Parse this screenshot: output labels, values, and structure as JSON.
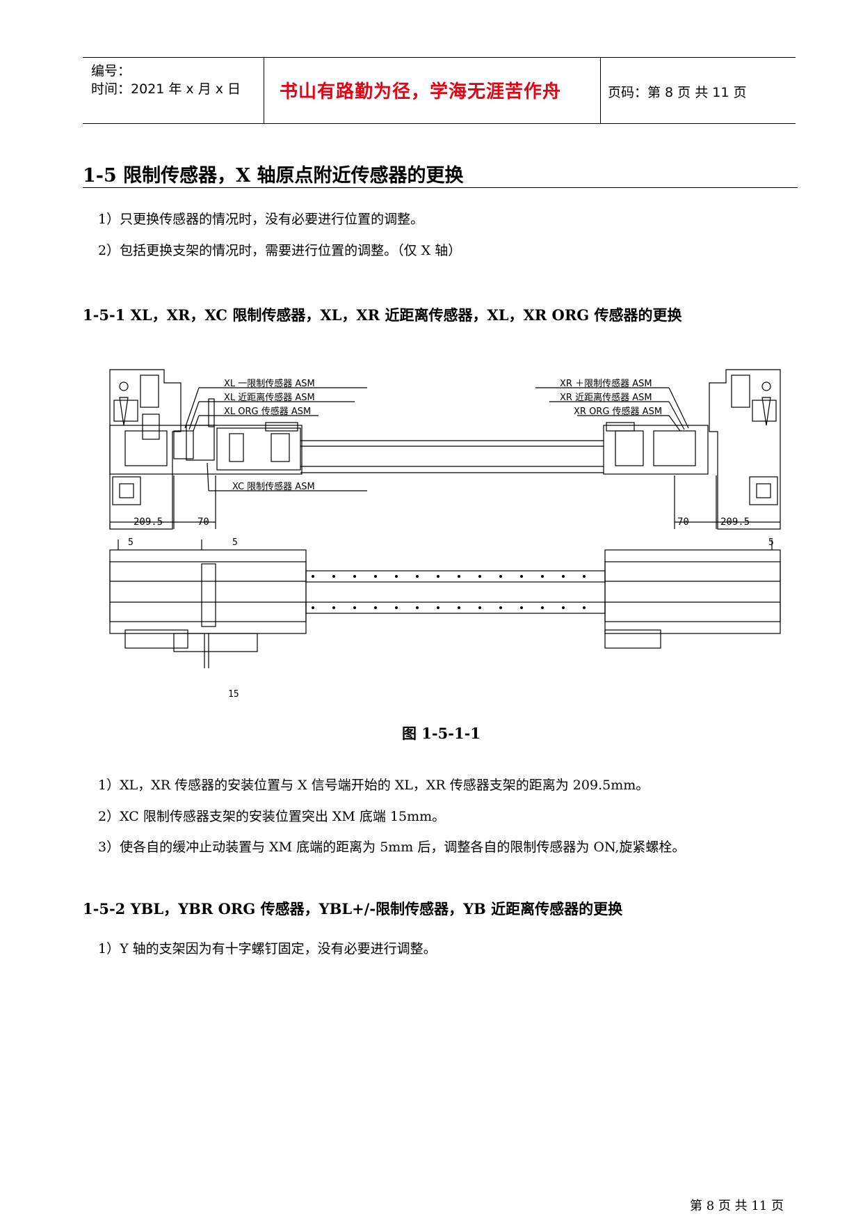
{
  "header": {
    "number_label": "编号：",
    "time_label": "时间：2021 年 x 月 x 日",
    "motto": "书山有路勤为径，学海无涯苦作舟",
    "page_label": "页码：第 8 页  共 11 页"
  },
  "section": {
    "title": "1-5   限制传感器，X 轴原点附近传感器的更换",
    "items": [
      "1）只更换传感器的情况时，没有必要进行位置的调整。",
      "2）包括更换支架的情况时，需要进行位置的调整。（仅 X 轴）"
    ]
  },
  "sub1": {
    "title": "1-5-1  XL，XR，XC 限制传感器，XL，XR 近距离传感器，XL，XR ORG 传感器的更换"
  },
  "figure": {
    "labels_left": [
      "XL 一限制传感器 ASM",
      "XL 近距离传感器 ASM",
      "XL ORG 传感器 ASM"
    ],
    "labels_right": [
      "XR ＋限制传感器 ASM",
      "XR 近距离传感器 ASM",
      "XR ORG 传感器 ASM"
    ],
    "label_xc": "XC 限制传感器 ASM",
    "dim_left": "209.5",
    "dim_left2": "70",
    "dim_right": "209.5",
    "dim_right2": "70",
    "dim_5a": "5",
    "dim_5b": "5",
    "dim_5c": "5",
    "dim_15": "15",
    "caption": "图 1-5-1-1"
  },
  "notes": [
    "1）XL，XR 传感器的安装位置与 X 信号端开始的 XL，XR 传感器支架的距离为 209.5mm。",
    "2）XC 限制传感器支架的安装位置突出 XM 底端 15mm。",
    "3）使各自的缓冲止动装置与 XM 底端的距离为 5mm 后，调整各自的限制传感器为 ON,旋紧螺栓。"
  ],
  "sub2": {
    "title": "1-5-2  YBL，YBR ORG 传感器，YBL+/-限制传感器，YB 近距离传感器的更换",
    "items": [
      "1）Y 轴的支架因为有十字螺钉固定，没有必要进行调整。"
    ]
  },
  "footer": "第 8 页 共 11 页"
}
